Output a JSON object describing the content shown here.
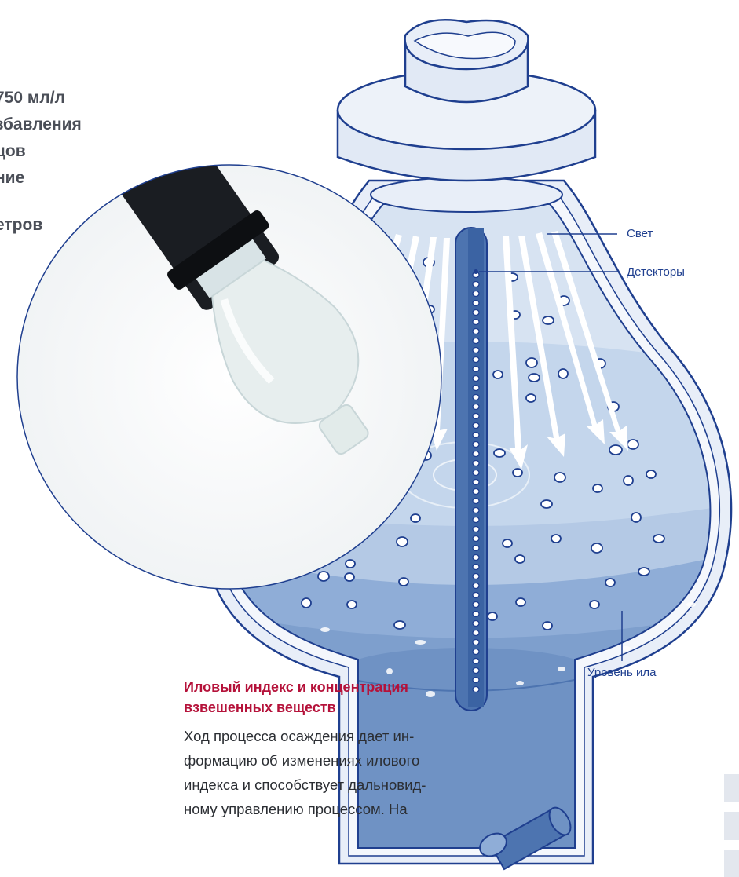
{
  "features": {
    "lines": [
      "750 мл/л",
      "збавления",
      "цов",
      "ние",
      "етров"
    ]
  },
  "diagram": {
    "labels": {
      "light": "Свет",
      "detectors": "Детекторы",
      "sludge_level": "Уровень ила"
    }
  },
  "article": {
    "heading_line1": "Иловый индекс и концентрация",
    "heading_line2": "взвешенных веществ",
    "body_lines": [
      "Ход процесса осаждения дает ин-",
      "формацию об изменениях илового",
      "индекса и способствует дальновид-",
      "ному управлению процессом. На"
    ]
  },
  "colors": {
    "heading": "#b5123a",
    "label": "#1f3f8f",
    "liquid": "#b9cde6",
    "sludge": "#7e9fcd"
  }
}
